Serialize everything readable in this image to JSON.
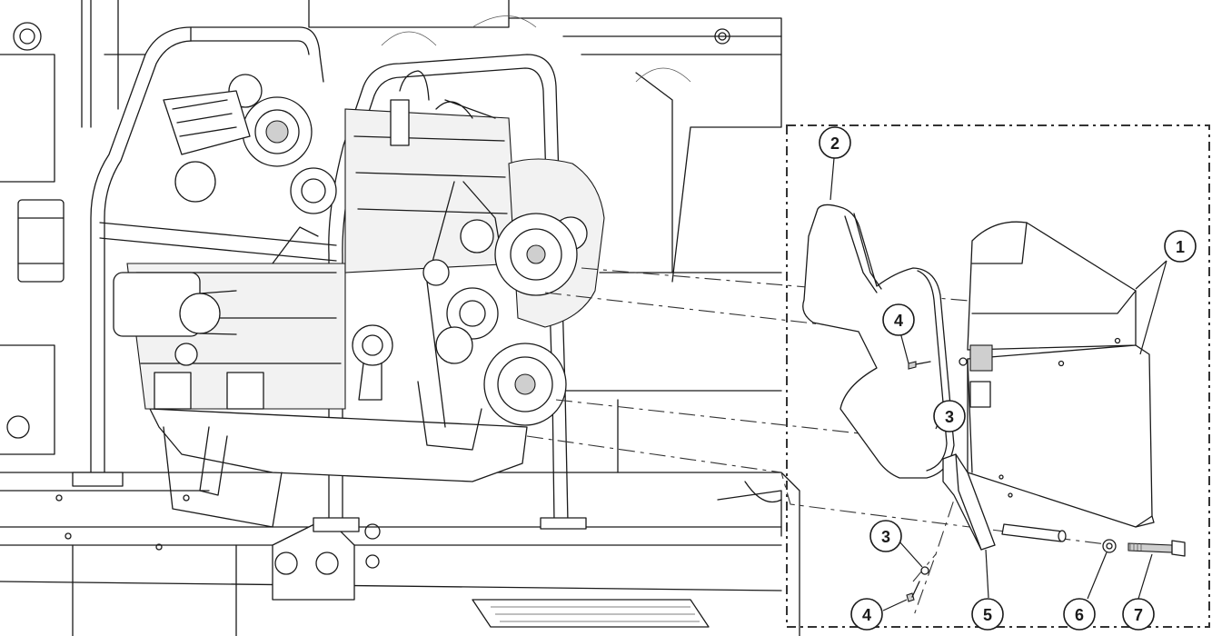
{
  "callouts": [
    {
      "id": "c1",
      "label": "1"
    },
    {
      "id": "c2",
      "label": "2"
    },
    {
      "id": "c3a",
      "label": "3"
    },
    {
      "id": "c3b",
      "label": "3"
    },
    {
      "id": "c4a",
      "label": "4"
    },
    {
      "id": "c4b",
      "label": "4"
    },
    {
      "id": "c5",
      "label": "5"
    },
    {
      "id": "c6",
      "label": "6"
    },
    {
      "id": "c7",
      "label": "7"
    }
  ]
}
